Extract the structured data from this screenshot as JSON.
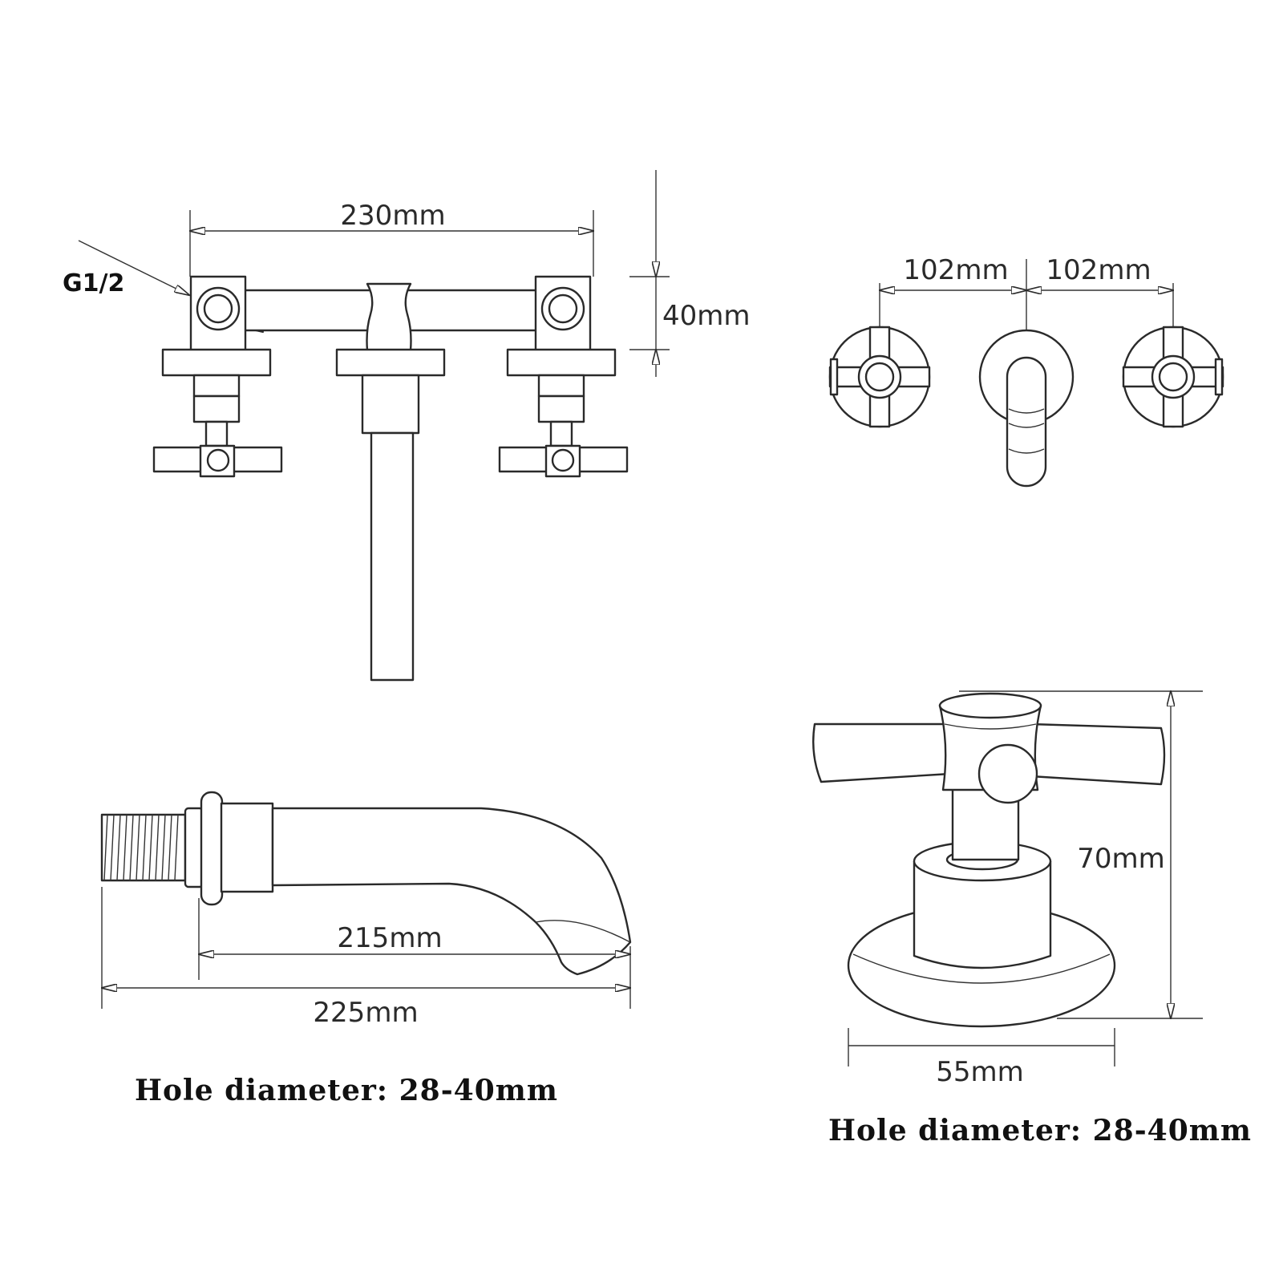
{
  "front_view": {
    "width_label": "230mm",
    "thread_label": "G1/2",
    "height_label": "40mm"
  },
  "handle_layout": {
    "left_spacing_label": "102mm",
    "right_spacing_label": "102mm"
  },
  "spout_side_view": {
    "inner_length_label": "215mm",
    "overall_length_label": "225mm",
    "hole_note": "Hole diameter: 28-40mm"
  },
  "handle_side_view": {
    "height_label": "70mm",
    "plate_width_label": "55mm",
    "hole_note": "Hole diameter: 28-40mm"
  },
  "colors": {
    "line": "#2a2a2a",
    "background": "#ffffff"
  }
}
